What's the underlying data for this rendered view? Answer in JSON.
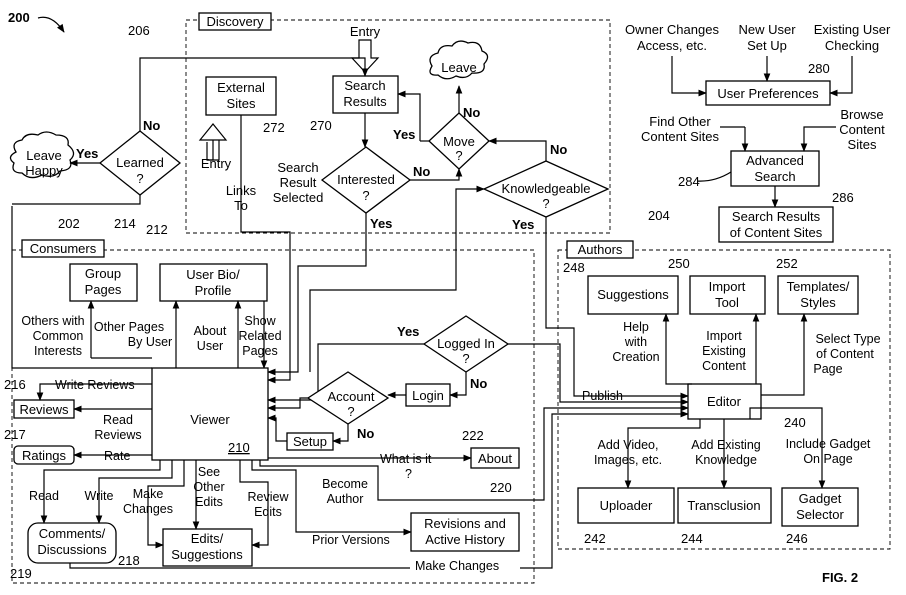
{
  "figure": {
    "number": "200",
    "label": "FIG. 2"
  },
  "groups": {
    "discovery": {
      "title": "Discovery",
      "ref": "206"
    },
    "consumers": {
      "title": "Consumers",
      "ref": "202"
    },
    "authors": {
      "title": "Authors",
      "ref": "204"
    }
  },
  "nodes": {
    "entry_top": "Entry",
    "search_results": [
      "Search",
      "Results"
    ],
    "external_sites": [
      "External",
      "Sites"
    ],
    "entry_left": "Entry",
    "leave": "Leave",
    "leave_happy": [
      "Leave",
      "Happy"
    ],
    "learned": [
      "Learned",
      "?"
    ],
    "move": [
      "Move",
      "?"
    ],
    "interested": [
      "Interested",
      "?"
    ],
    "knowledgeable": [
      "Knowledgeable",
      "?"
    ],
    "group_pages": [
      "Group",
      "Pages"
    ],
    "user_bio": [
      "User Bio/",
      "Profile"
    ],
    "viewer": "Viewer",
    "reviews": "Reviews",
    "ratings": "Ratings",
    "comments": [
      "Comments/",
      "Discussions"
    ],
    "edits": [
      "Edits/",
      "Suggestions"
    ],
    "revisions": [
      "Revisions and",
      "Active History"
    ],
    "logged_in": [
      "Logged In",
      "?"
    ],
    "account": [
      "Account",
      "?"
    ],
    "login": "Login",
    "setup": "Setup",
    "about": "About",
    "suggestions": "Suggestions",
    "import_tool": [
      "Import",
      "Tool"
    ],
    "templates": [
      "Templates/",
      "Styles"
    ],
    "editor": "Editor",
    "uploader": "Uploader",
    "transclusion": "Transclusion",
    "gadget_selector": [
      "Gadget",
      "Selector"
    ],
    "owner_changes": [
      "Owner Changes",
      "Access, etc."
    ],
    "new_user": [
      "New User",
      "Set Up"
    ],
    "existing_user": [
      "Existing User",
      "Checking"
    ],
    "user_preferences": "User Preferences",
    "find_other": [
      "Find Other",
      "Content Sites"
    ],
    "browse": [
      "Browse",
      "Content",
      "Sites"
    ],
    "advanced_search": [
      "Advanced",
      "Search"
    ],
    "search_results_sites": [
      "Search Results",
      "of Content Sites"
    ]
  },
  "edge_labels": {
    "search_result_selected": [
      "Search",
      "Result",
      "Selected"
    ],
    "links_to": [
      "Links",
      "To"
    ],
    "others_common": [
      "Others with",
      "Common",
      "Interests"
    ],
    "other_pages": [
      "Other Pages",
      "By User"
    ],
    "about_user": [
      "About",
      "User"
    ],
    "show_related": [
      "Show",
      "Related",
      "Pages"
    ],
    "write_reviews": "Write Reviews",
    "read_reviews": [
      "Read",
      "Reviews"
    ],
    "rate": "Rate",
    "read": "Read",
    "write": "Write",
    "make_changes": [
      "Make",
      "Changes"
    ],
    "see_other_edits": [
      "See",
      "Other",
      "Edits"
    ],
    "review_edits": [
      "Review",
      "Edits"
    ],
    "what_is_it": [
      "What is it",
      "?"
    ],
    "become_author": [
      "Become",
      "Author"
    ],
    "prior_versions": "Prior Versions",
    "make_changes_bottom": "Make Changes",
    "publish": "Publish",
    "help_creation": [
      "Help",
      "with",
      "Creation"
    ],
    "import_existing": [
      "Import",
      "Existing",
      "Content"
    ],
    "select_type": [
      "Select Type",
      "of Content",
      "Page"
    ],
    "add_video": [
      "Add Video,",
      "Images, etc."
    ],
    "add_existing": [
      "Add Existing",
      "Knowledge"
    ],
    "include_gadget": [
      "Include Gadget",
      "On Page"
    ],
    "yes": "Yes",
    "no": "No"
  },
  "refs": {
    "r210": "210",
    "r212": "212",
    "r214": "214",
    "r216": "216",
    "r217": "217",
    "r218": "218",
    "r219": "219",
    "r220": "220",
    "r222": "222",
    "r240": "240",
    "r242": "242",
    "r244": "244",
    "r246": "246",
    "r248": "248",
    "r250": "250",
    "r252": "252",
    "r270": "270",
    "r272": "272",
    "r280": "280",
    "r284": "284",
    "r286": "286"
  }
}
